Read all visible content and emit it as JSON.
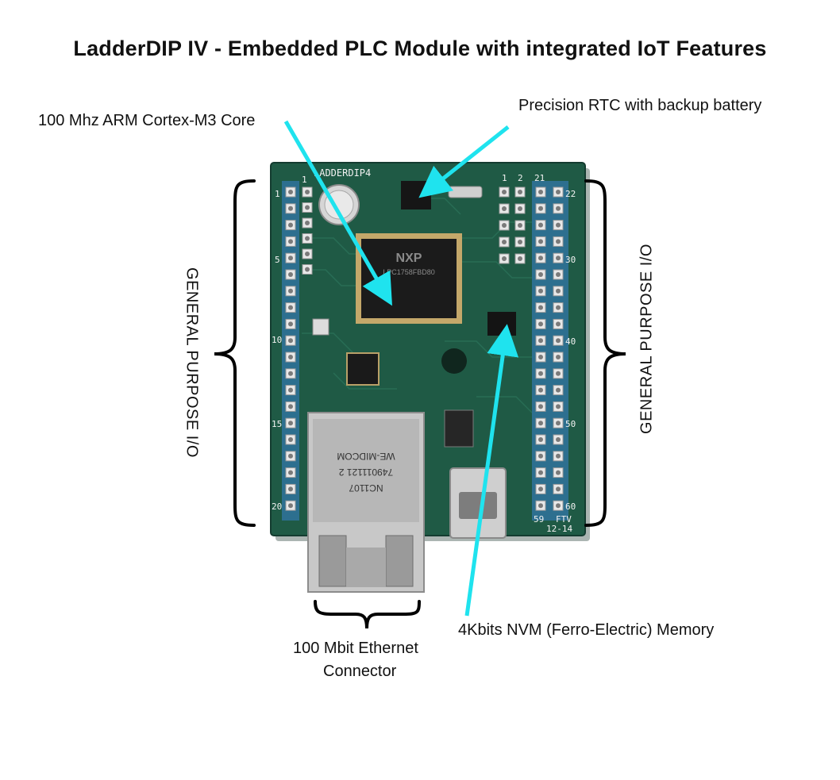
{
  "title": "LadderDIP IV - Embedded PLC Module with integrated IoT Features",
  "labels": {
    "cpu": "100 Mhz ARM Cortex-M3 Core",
    "rtc": "Precision RTC with backup battery",
    "gpio_left": "GENERAL PURPOSE I/O",
    "gpio_right": "GENERAL PURPOSE I/O",
    "ethernet_line1": "100 Mbit Ethernet",
    "ethernet_line2": "Connector",
    "nvm": "4Kbits NVM (Ferro-Electric) Memory"
  },
  "board": {
    "silk_name": "LADDERDIP4",
    "chip_brand": "NXP",
    "chip_part": "LPC1758FBD80",
    "magjack_lines": [
      "NC1107",
      "749011121 2",
      "WE-MIDCOM"
    ],
    "pin_labels_left": [
      "1",
      "5",
      "10",
      "15",
      "20"
    ],
    "pin_labels_right": [
      "21",
      "22",
      "30",
      "40",
      "50",
      "60",
      "59"
    ],
    "header_top_labels": [
      "1",
      "2"
    ],
    "revision": "FTV",
    "date_code": "12-14"
  },
  "colors": {
    "arrow": "#1fe3ee",
    "pcb": "#1f5a45",
    "pcb_dark": "#17473a",
    "metal": "#c9c9c9"
  }
}
